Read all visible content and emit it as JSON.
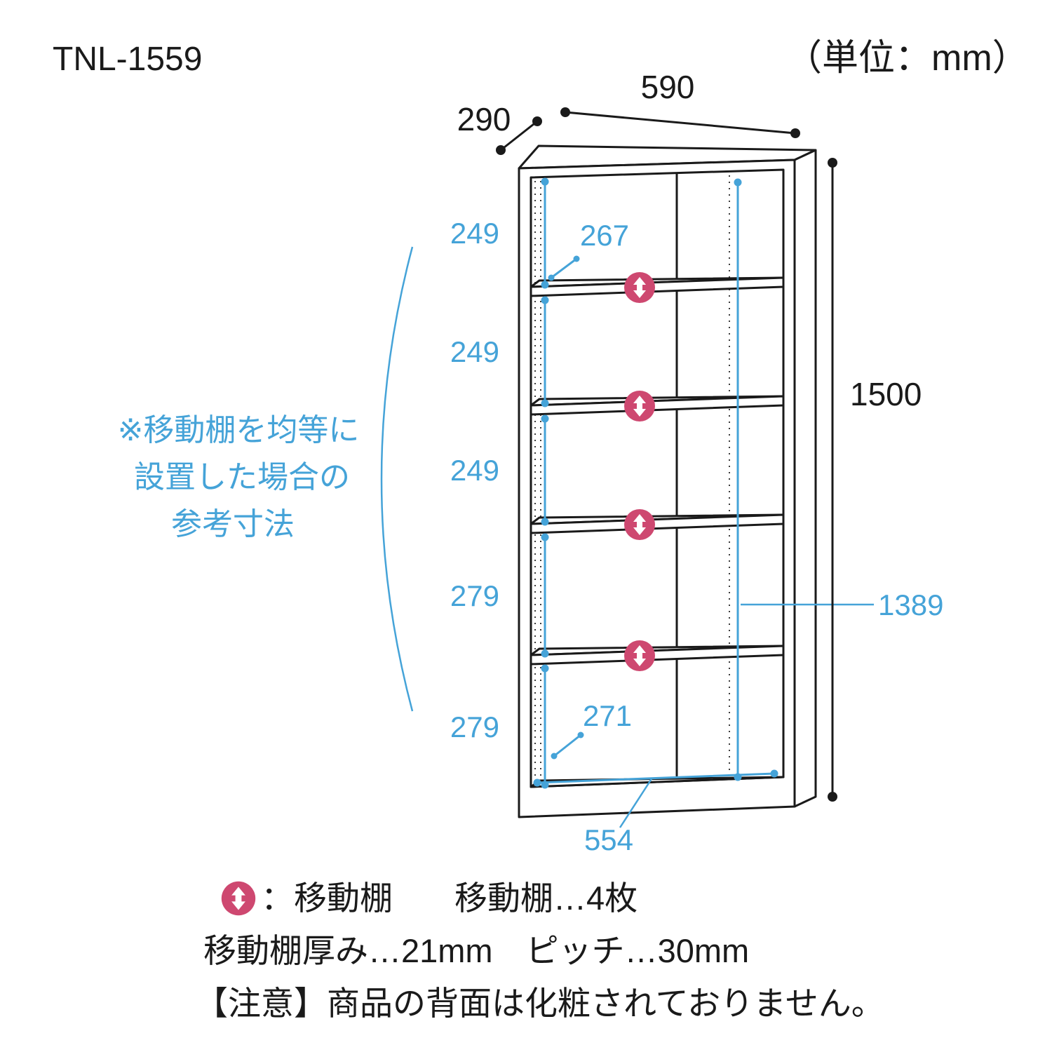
{
  "title": "TNL-1559",
  "units_note": "（単位：mm）",
  "colors": {
    "line_black": "#1A1A1A",
    "dimension_blue": "#45A3D8",
    "movable_shelf_pink": "#CE4870"
  },
  "dimensions": {
    "width": "590",
    "depth": "290",
    "height": "1500",
    "interior_height": "1389",
    "interior_width": "554",
    "top_inner_depth": "267",
    "bottom_inner_depth": "271",
    "gaps": [
      "249",
      "249",
      "249",
      "279",
      "279"
    ]
  },
  "side_note": {
    "line1": "※移動棚を均等に",
    "line2": "設置した場合の",
    "line3": "参考寸法"
  },
  "legend": {
    "icon": "updown-arrow-icon",
    "movable_shelf_label": "：移動棚",
    "movable_shelf_count": "移動棚…4枚",
    "thickness_pitch": "移動棚厚み…21mm　ピッチ…30mm",
    "caution": "【注意】商品の背面は化粧されておりません。"
  }
}
